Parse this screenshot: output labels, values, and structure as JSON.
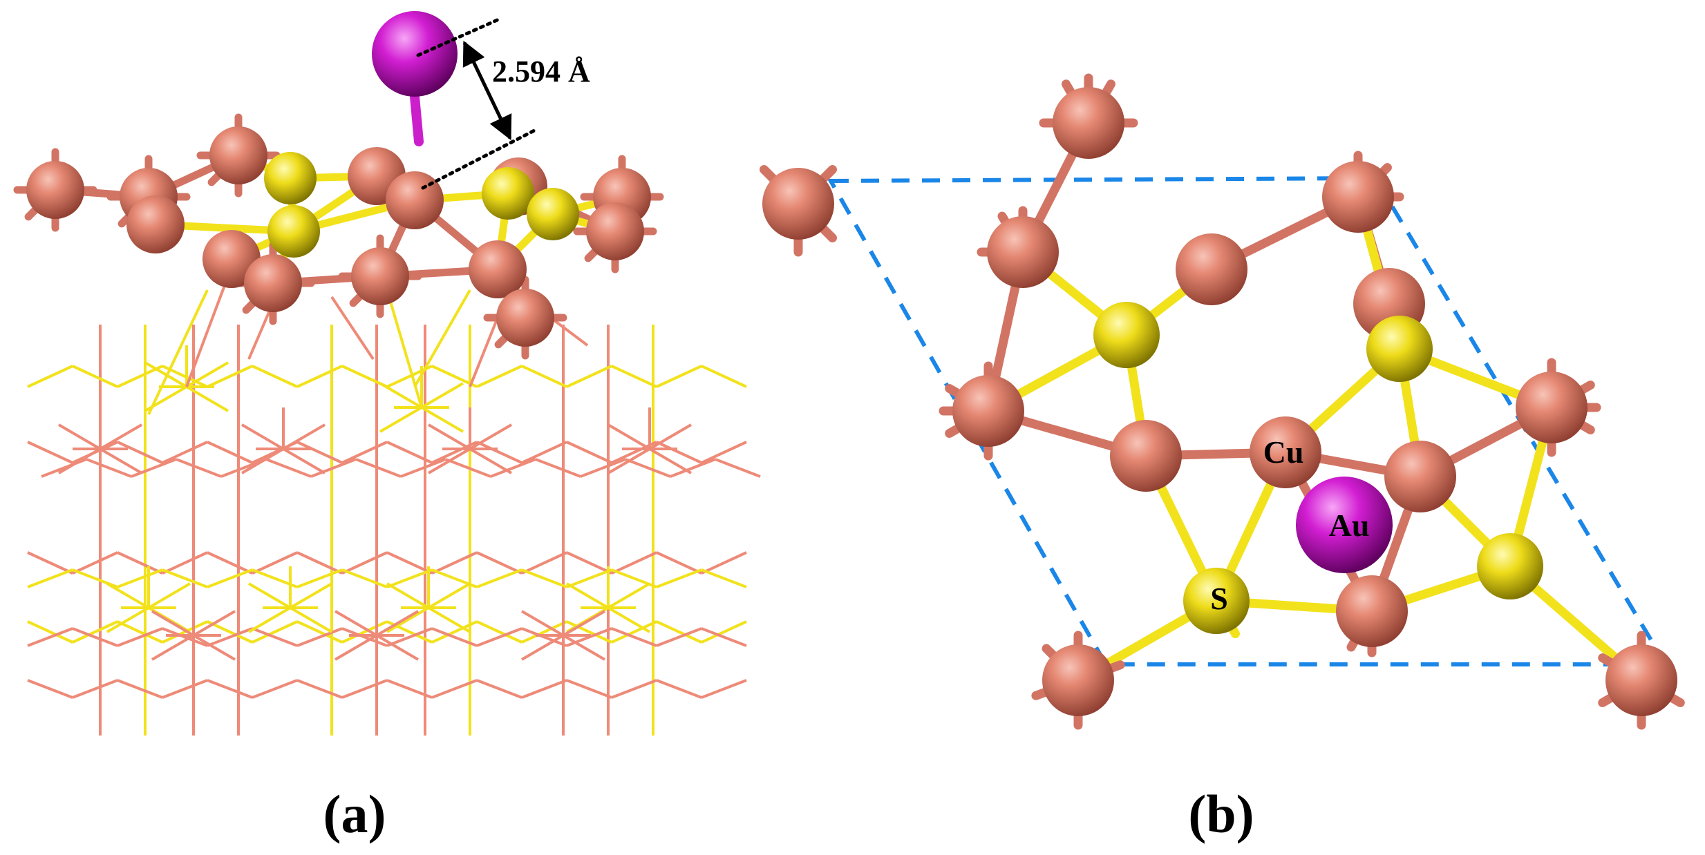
{
  "panels": {
    "a": {
      "label": "(a)"
    },
    "b": {
      "label": "(b)"
    }
  },
  "measurement": {
    "text": "2.594 Å"
  },
  "atom_labels": {
    "cu": "Cu",
    "au": "Au",
    "s": "S"
  },
  "colors": {
    "cu": "#e07a68",
    "cu_bond": "#d27464",
    "s": "#f2e21c",
    "s_bond": "#f2e21c",
    "au": "#cc1fcc",
    "cell": "#1a86e8",
    "dotted": "#000000"
  }
}
